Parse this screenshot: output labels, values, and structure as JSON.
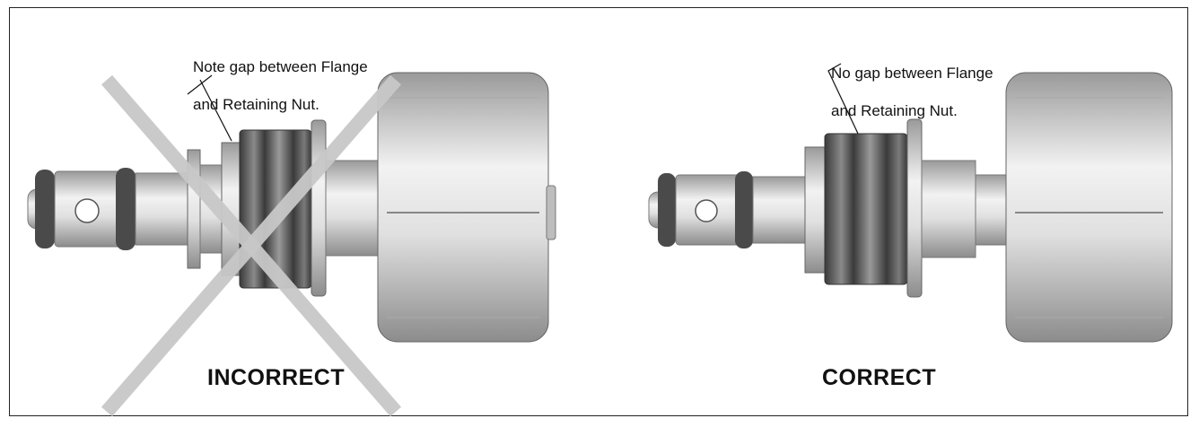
{
  "figure": {
    "incorrect": {
      "caption": "INCORRECT",
      "note_line1": "Note gap between Flange",
      "note_line2": "and Retaining Nut."
    },
    "correct": {
      "caption": "CORRECT",
      "note_line1": "No gap between Flange",
      "note_line2": "and Retaining Nut."
    }
  },
  "colors": {
    "border": "#222222",
    "cross": "#c8c8c8",
    "oring": "#4a4a4a",
    "metal_light": "#eeeeee",
    "metal_dark": "#9a9a9a"
  }
}
